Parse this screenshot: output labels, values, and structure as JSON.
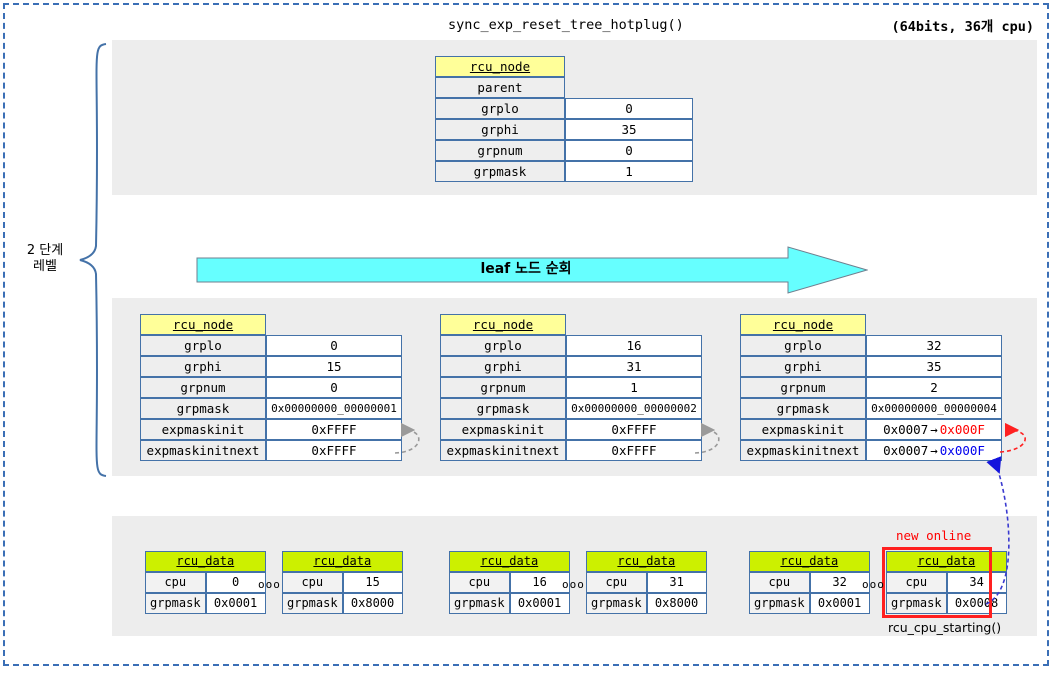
{
  "header": {
    "title": "sync_exp_reset_tree_hotplug()",
    "cpu_note": "(64bits, 36개 cpu)"
  },
  "side_label": {
    "line1": "2 단계",
    "line2": "레벨"
  },
  "traverse_arrow": {
    "label": "leaf 노드 순회"
  },
  "root_node": {
    "title": "rcu_node",
    "rows": [
      {
        "key": "parent",
        "value": ""
      },
      {
        "key": "grplo",
        "value": "0"
      },
      {
        "key": "grphi",
        "value": "35"
      },
      {
        "key": "grpnum",
        "value": "0"
      },
      {
        "key": "grpmask",
        "value": "1"
      }
    ]
  },
  "leaf_nodes": [
    {
      "title": "rcu_node",
      "rows": [
        {
          "key": "grplo",
          "value": "0"
        },
        {
          "key": "grphi",
          "value": "15"
        },
        {
          "key": "grpnum",
          "value": "0"
        },
        {
          "key": "grpmask",
          "value": "0x00000000_00000001"
        },
        {
          "key": "expmaskinit",
          "value": "0xFFFF"
        },
        {
          "key": "expmaskinitnext",
          "value": "0xFFFF"
        }
      ]
    },
    {
      "title": "rcu_node",
      "rows": [
        {
          "key": "grplo",
          "value": "16"
        },
        {
          "key": "grphi",
          "value": "31"
        },
        {
          "key": "grpnum",
          "value": "1"
        },
        {
          "key": "grpmask",
          "value": "0x00000000_00000002"
        },
        {
          "key": "expmaskinit",
          "value": "0xFFFF"
        },
        {
          "key": "expmaskinitnext",
          "value": "0xFFFF"
        }
      ]
    },
    {
      "title": "rcu_node",
      "rows": [
        {
          "key": "grplo",
          "value": "32"
        },
        {
          "key": "grphi",
          "value": "35"
        },
        {
          "key": "grpnum",
          "value": "2"
        },
        {
          "key": "grpmask",
          "value": "0x00000000_00000004"
        },
        {
          "key": "expmaskinit",
          "old": "0x0007",
          "arrow": "→",
          "new": "0x000F"
        },
        {
          "key": "expmaskinitnext",
          "old": "0x0007",
          "arrow": "→",
          "new": "0x000F"
        }
      ]
    }
  ],
  "data_nodes": [
    {
      "title": "rcu_data",
      "cpu_key": "cpu",
      "cpu": "0",
      "mask_key": "grpmask",
      "mask": "0x0001"
    },
    {
      "title": "rcu_data",
      "cpu_key": "cpu",
      "cpu": "15",
      "mask_key": "grpmask",
      "mask": "0x8000"
    },
    {
      "title": "rcu_data",
      "cpu_key": "cpu",
      "cpu": "16",
      "mask_key": "grpmask",
      "mask": "0x0001"
    },
    {
      "title": "rcu_data",
      "cpu_key": "cpu",
      "cpu": "31",
      "mask_key": "grpmask",
      "mask": "0x8000"
    },
    {
      "title": "rcu_data",
      "cpu_key": "cpu",
      "cpu": "32",
      "mask_key": "grpmask",
      "mask": "0x0001"
    },
    {
      "title": "rcu_data",
      "cpu_key": "cpu",
      "cpu": "34",
      "mask_key": "grpmask",
      "mask": "0x0008"
    }
  ],
  "ellipsis": "ooo",
  "annotations": {
    "new_online": "new online",
    "rcu_cpu_starting": "rcu_cpu_starting()"
  },
  "colors": {
    "panel_bg": "#ededed",
    "node_header": "#ffff99",
    "data_header": "#ccf000",
    "table_border": "#4472a8",
    "arrow_cyan": "#66ffff",
    "highlight_red": "#ff2020",
    "accent_blue": "#0000ee",
    "frame_blue": "#3b6fb6"
  }
}
